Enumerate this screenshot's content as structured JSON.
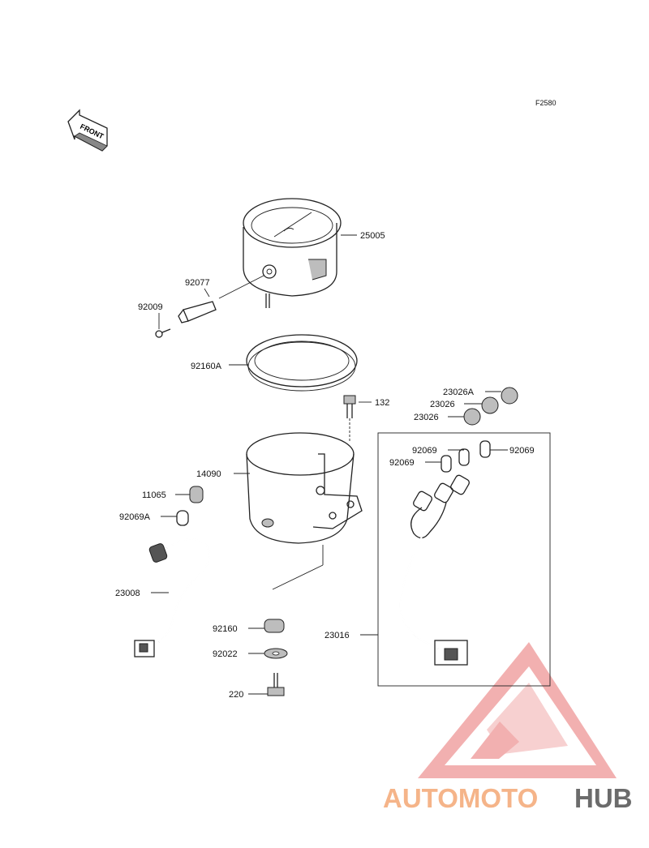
{
  "diagram": {
    "code": "F2580",
    "front_label": "FRONT",
    "parts": [
      {
        "id": "p25005",
        "number": "25005"
      },
      {
        "id": "p92077",
        "number": "92077"
      },
      {
        "id": "p92009",
        "number": "92009"
      },
      {
        "id": "p92160A",
        "number": "92160A"
      },
      {
        "id": "p132",
        "number": "132"
      },
      {
        "id": "p23026A",
        "number": "23026A"
      },
      {
        "id": "p23026a",
        "number": "23026"
      },
      {
        "id": "p23026b",
        "number": "23026"
      },
      {
        "id": "p92069a",
        "number": "92069"
      },
      {
        "id": "p92069b",
        "number": "92069"
      },
      {
        "id": "p92069c",
        "number": "92069"
      },
      {
        "id": "p14090",
        "number": "14090"
      },
      {
        "id": "p11065",
        "number": "11065"
      },
      {
        "id": "p92069A",
        "number": "92069A"
      },
      {
        "id": "p23008",
        "number": "23008"
      },
      {
        "id": "p92160",
        "number": "92160"
      },
      {
        "id": "p92022",
        "number": "92022"
      },
      {
        "id": "p220",
        "number": "220"
      },
      {
        "id": "p23016",
        "number": "23016"
      }
    ]
  },
  "watermark": {
    "part1": "AUTOMOTO",
    "part2": "HUB",
    "color_accent": "#f6b27e",
    "color_main": "#e05555",
    "color_dark": "#6b6b6b"
  }
}
